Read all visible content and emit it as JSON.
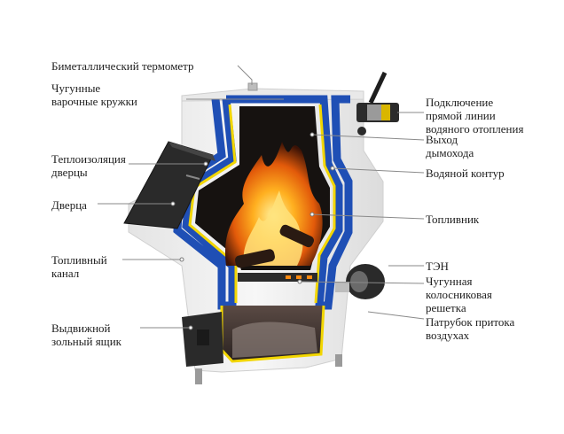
{
  "labels_left": [
    {
      "id": "thermometer",
      "text": "Биметаллический термометр"
    },
    {
      "id": "cooking-rings",
      "text": "Чугунные\nварочные кружки"
    },
    {
      "id": "door-insulation",
      "text": "Теплоизоляция\nдверцы"
    },
    {
      "id": "door",
      "text": "Дверца"
    },
    {
      "id": "fuel-channel",
      "text": "Топливный\nканал"
    },
    {
      "id": "ash-drawer",
      "text": "Выдвижной\nзольный ящик"
    }
  ],
  "labels_right": [
    {
      "id": "water-heating-connection",
      "text": "Подключение\nпрямой линии\nводяного отопления"
    },
    {
      "id": "chimney-outlet",
      "text": "Выход\nдымохода"
    },
    {
      "id": "water-circuit",
      "text": "Водяной контур"
    },
    {
      "id": "firebox",
      "text": "Топливник"
    },
    {
      "id": "heating-element",
      "text": "ТЭН"
    },
    {
      "id": "grate",
      "text": "Чугунная\nколосниковая\nрешетка"
    },
    {
      "id": "air-inlet",
      "text": "Патрубок притока\nвоздухах"
    }
  ],
  "colors": {
    "water_circuit": "#1f4fb5",
    "insulation": "#f2d600",
    "body": "#f0f0f0",
    "door": "#2a2a2a",
    "firebox_dark": "#161210",
    "flame": "#f58a12"
  }
}
